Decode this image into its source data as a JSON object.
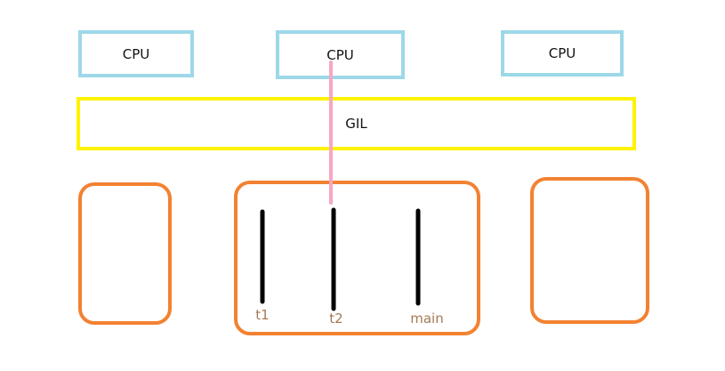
{
  "cpus": [
    {
      "label": "CPU"
    },
    {
      "label": "CPU"
    },
    {
      "label": "CPU"
    }
  ],
  "gil": {
    "label": "GIL"
  },
  "threads": [
    {
      "label": "t1"
    },
    {
      "label": "t2"
    },
    {
      "label": "main"
    }
  ],
  "colors": {
    "cpu_border": "#9dd8e8",
    "gil_border": "#fff200",
    "process_border": "#f28232",
    "gil_link": "#f7a6c4",
    "thread_line": "#000000",
    "thread_label": "#a57a56"
  }
}
